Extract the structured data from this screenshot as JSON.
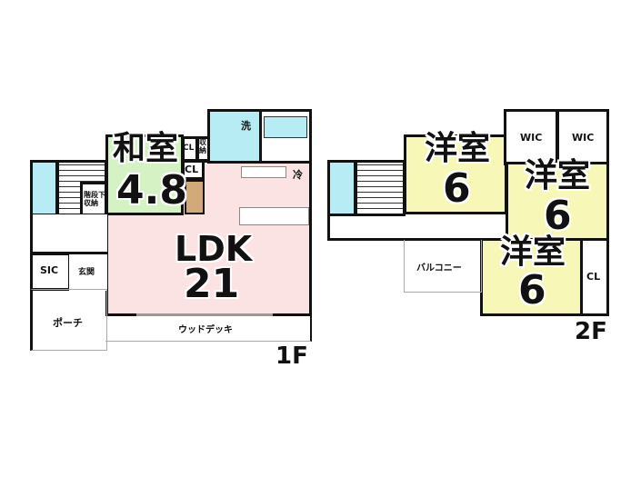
{
  "floor1": {
    "label": "1F",
    "rooms": {
      "washitsu": {
        "name": "和室",
        "size": "4.8"
      },
      "ldk": {
        "name": "LDK",
        "size": "21"
      },
      "closet1": "CL",
      "closet2": "CL",
      "storage": "収納",
      "wash": "洗",
      "fridge": "冷",
      "under_stairs": "階段下収納",
      "sic": "SIC",
      "entrance": "玄関",
      "porch": "ポーチ",
      "deck": "ウッドデッキ"
    }
  },
  "floor2": {
    "label": "2F",
    "rooms": {
      "western1": {
        "name": "洋室",
        "size": "6"
      },
      "western2": {
        "name": "洋室",
        "size": "6"
      },
      "western3": {
        "name": "洋室",
        "size": "6"
      },
      "wic1": "WIC",
      "wic2": "WIC",
      "closet": "CL",
      "balcony": "バルコニー"
    }
  },
  "colors": {
    "ldk": "#fbe3e3",
    "washitsu": "#d4f2c4",
    "water": "#b8ecf4",
    "western": "#f7f7b8",
    "storage": "#d2aa7a"
  }
}
